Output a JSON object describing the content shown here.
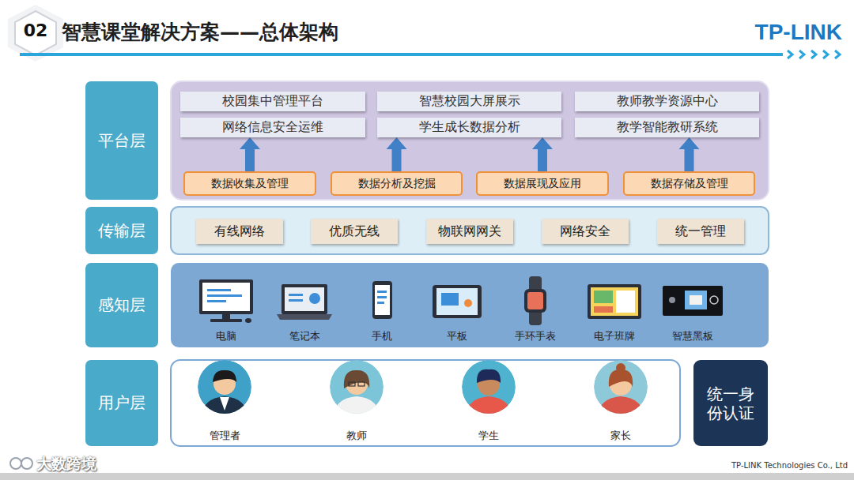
{
  "diagram": {
    "title": "智慧课堂解决方案——总体架构",
    "nodes": [
      {
        "text": [
          "平台层"
        ]
      },
      {
        "text": [
          "校园集中管理平台"
        ]
      },
      {
        "text": [
          "智慧校园大屏展示"
        ]
      },
      {
        "text": [
          "教师教学资源中心"
        ]
      },
      {
        "text": [
          "网络信息安全运维"
        ]
      },
      {
        "text": [
          "学生成长数据分析"
        ]
      },
      {
        "text": [
          "教学智能教研系统"
        ]
      },
      {
        "text": [
          "数据收集及管理"
        ]
      },
      {
        "text": [
          "数据分析及挖掘"
        ]
      },
      {
        "text": [
          "数据展现及应用"
        ]
      },
      {
        "text": [
          "数据存储及管理"
        ]
      },
      {
        "text": [
          "传输层"
        ]
      },
      {
        "text": [
          "有线网络"
        ]
      },
      {
        "text": [
          "优质无线"
        ]
      },
      {
        "text": [
          "物联网网关"
        ]
      },
      {
        "text": [
          "网络安全"
        ]
      },
      {
        "text": [
          "统一管理"
        ]
      },
      {
        "text": [
          "感知层"
        ]
      },
      {
        "text": [
          "用户层"
        ]
      },
      {
        "text": [
          "统一身份认证"
        ]
      }
    ],
    "edges": [
      {
        "from": 7,
        "to": 4,
        "arrow": "to"
      },
      {
        "from": 8,
        "to": 5,
        "arrow": "to"
      },
      {
        "from": 9,
        "to": 5,
        "arrow": "to"
      },
      {
        "from": 10,
        "to": 6,
        "arrow": "to"
      }
    ],
    "labels": [
      "02",
      "TP-LINK",
      "电脑",
      "笔记本",
      "手机",
      "平板",
      "手环手表",
      "电子班牌",
      "智慧黑板",
      "管理者",
      "教师",
      "学生",
      "家长",
      "TP-LINK Technologies Co., Ltd",
      "大数跨境"
    ]
  }
}
